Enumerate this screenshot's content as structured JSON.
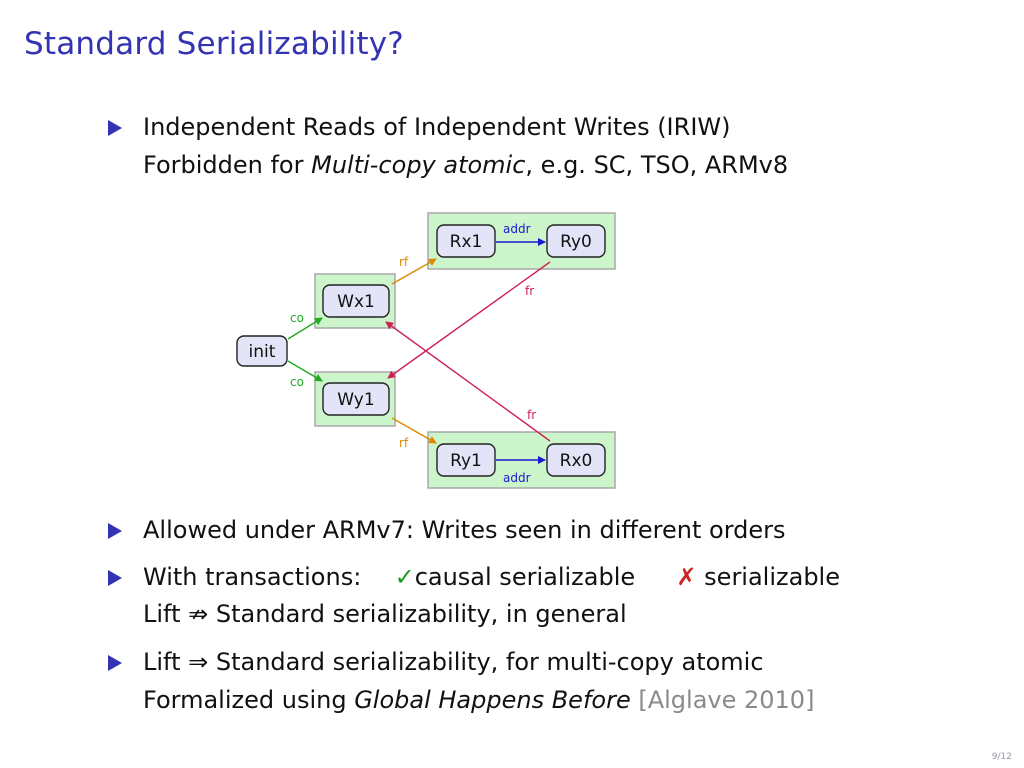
{
  "title": "Standard Serializability?",
  "bullet1": {
    "line1": "Independent Reads of Independent Writes (IRIW)",
    "line2_prefix": "Forbidden for ",
    "line2_italic": "Multi-copy atomic",
    "line2_suffix": ", e.g. SC, TSO, ARMv8"
  },
  "diagram": {
    "nodes": {
      "init": "init",
      "wx1": "Wx1",
      "wy1": "Wy1",
      "rx1": "Rx1",
      "ry0": "Ry0",
      "ry1": "Ry1",
      "rx0": "Rx0"
    },
    "labels": {
      "co_top": "co",
      "co_bottom": "co",
      "rf_top": "rf",
      "rf_bottom": "rf",
      "addr_top": "addr",
      "addr_bottom": "addr",
      "fr_top": "fr",
      "fr_bottom": "fr"
    },
    "colors": {
      "co": "#22aa22",
      "rf": "#dd8800",
      "addr": "#1a1ad0",
      "fr": "#cc2255",
      "box_fill": "#ccf5cc",
      "node_fill": "#e4e4f8"
    }
  },
  "bullet2": "Allowed under ARMv7: Writes seen in different orders",
  "bullet3": {
    "prefix": "With transactions:",
    "check_mark": "✓",
    "check_text": "causal serializable",
    "cross_mark": "✗",
    "cross_text": "serializable",
    "line2": "Lift ⇏ Standard serializability, in general"
  },
  "bullet4": {
    "line1": "Lift ⇒ Standard serializability, for multi-copy atomic",
    "line2_prefix": "Formalized using ",
    "line2_italic": "Global Happens Before",
    "line2_cite": "[Alglave 2010]"
  },
  "page_number": "9/12"
}
